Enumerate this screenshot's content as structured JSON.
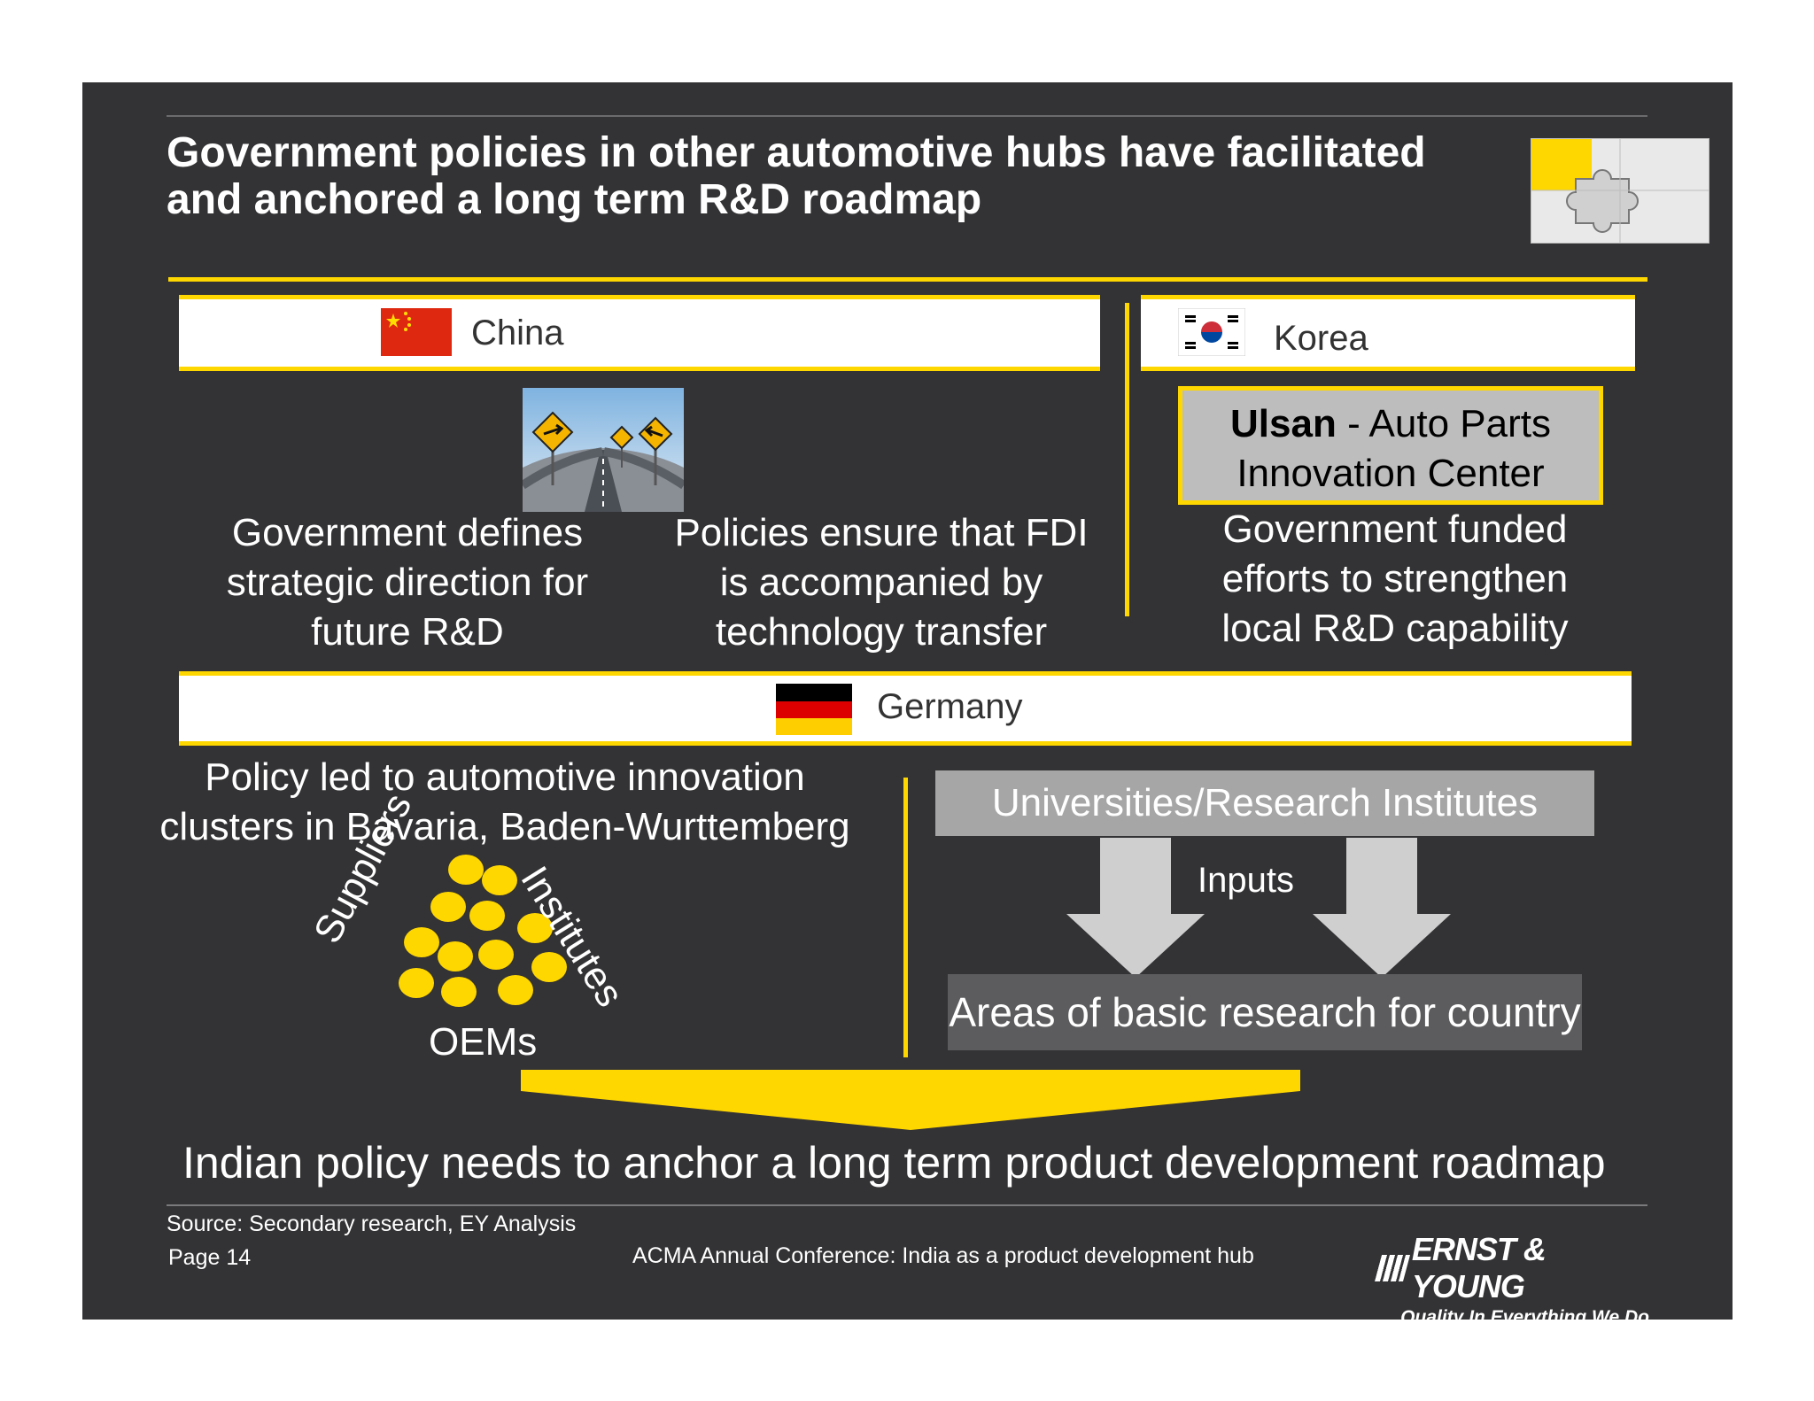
{
  "title": {
    "line1": "Government policies in other automotive hubs have facilitated",
    "line2": "and anchored a long term R&D roadmap"
  },
  "china": {
    "label": "China",
    "col1": [
      "Government defines",
      "strategic  direction for",
      "future R&D"
    ],
    "col2": [
      "Policies ensure that FDI",
      "is accompanied by",
      "technology transfer"
    ]
  },
  "korea": {
    "label": "Korea",
    "box_bold": "Ulsan",
    "box_rest": " - Auto Parts",
    "box_line2": "Innovation Center",
    "text": [
      "Government funded",
      "efforts to strengthen",
      "local R&D capability"
    ]
  },
  "germany": {
    "label": "Germany",
    "policy": [
      "Policy led to automotive innovation",
      "clusters in Bavaria, Baden-Wurttemberg"
    ],
    "cluster": {
      "left": "Suppliers",
      "right": "Institutes",
      "bottom": "OEMs"
    },
    "universities": "Universities/Research Institutes",
    "inputs": "Inputs",
    "areas": "Areas of basic research for country"
  },
  "conclusion": "Indian policy needs to anchor a long term product development roadmap",
  "footer": {
    "source": "Source: Secondary research, EY Analysis",
    "page": "Page 14",
    "conference": "ACMA Annual Conference: India as a product development hub",
    "logo": "ERNST & YOUNG",
    "tagline": "Quality In Everything We Do"
  },
  "colors": {
    "background": "#333234",
    "accent": "#ffd700",
    "box_grey": "#a6a6a6",
    "box_dark": "#5c5c5e"
  },
  "icons": [
    "puzzle-diagram-icon",
    "china-flag-icon",
    "korea-flag-icon",
    "germany-flag-icon",
    "road-signs-image",
    "cluster-dots-icon",
    "down-arrow-icon"
  ]
}
